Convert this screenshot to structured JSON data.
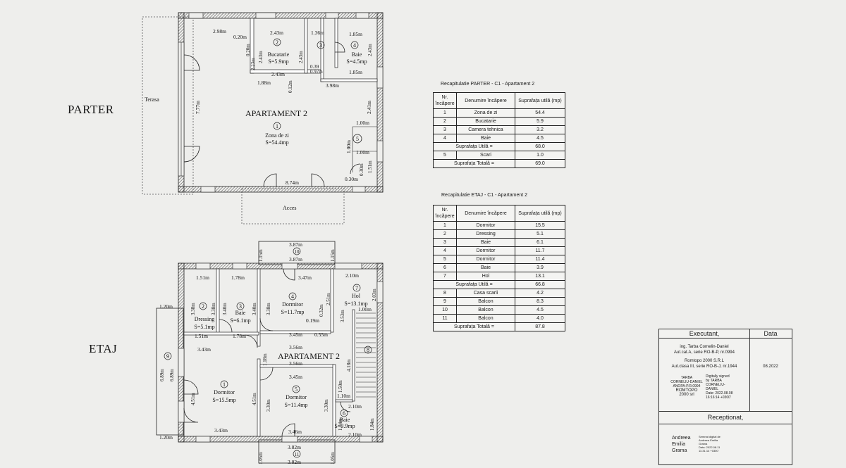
{
  "labels": {
    "parter": "PARTER",
    "etaj": "ETAJ",
    "terasa": "Terasa",
    "acces": "Acces"
  },
  "plan_parter": {
    "apartment": "APARTAMENT 2",
    "rooms": {
      "zona_zi": {
        "num": "1",
        "name": "Zona de zi",
        "area": "S=54.4mp"
      },
      "bucatarie": {
        "num": "2",
        "name": "Bucatarie",
        "area": "S=5.9mp"
      },
      "camera_tehnica": {
        "num": "3"
      },
      "baie": {
        "num": "4",
        "name": "Baie",
        "area": "S=4.5mp"
      },
      "scari": {
        "num": "5"
      }
    },
    "dims": {
      "d298": "2.98m",
      "d020": "0.20m",
      "d243a": "2.43m",
      "d136": "1.36m",
      "d185a": "1.85m",
      "d243b": "2.43m",
      "d243c": "2.43m",
      "d243d": "2.43m",
      "d185b": "1.85m",
      "d188": "1.88m",
      "d012": "0.12m",
      "d398": "3.98m",
      "d777": "7.77m",
      "d241": "2.41m",
      "d100a": "1.00m",
      "d100b": "1.00m",
      "d100c": "1.00m",
      "d874": "8.74m",
      "d030a": "0.30m",
      "d030b": "0.30m",
      "d151": "1.51m",
      "d223": "2.23m",
      "d097": "0.97m",
      "d039": "0.39",
      "d020b": "0.20m",
      "d243e": "2.43m"
    }
  },
  "plan_etaj": {
    "apartment": "APARTAMENT 2",
    "rooms": {
      "dormitor1": {
        "num": "1",
        "name": "Dormitor",
        "area": "S=15.5mp"
      },
      "dressing": {
        "num": "2",
        "name": "Dressing",
        "area": "S=5.1mp"
      },
      "baie3": {
        "num": "3",
        "name": "Baie",
        "area": "S=6.1mp"
      },
      "dormitor4": {
        "num": "4",
        "name": "Dormitor",
        "area": "S=11.7mp"
      },
      "dormitor5": {
        "num": "5",
        "name": "Dormitor",
        "area": "S=11.4mp"
      },
      "baie6": {
        "num": "6",
        "name": "Baie",
        "area": "S=3.9mp"
      },
      "hol": {
        "num": "7",
        "name": "Hol",
        "area": "S=13.1mp"
      },
      "casa_scarii": {
        "num": "8"
      },
      "balcon9": {
        "num": "9"
      },
      "balcon10": {
        "num": "10"
      },
      "balcon11": {
        "num": "11"
      }
    },
    "dims": {
      "d387a": "3.87m",
      "d387b": "3.87m",
      "d115a": "1.15m",
      "d115b": "1.15m",
      "d151a": "1.51m",
      "d178a": "1.78m",
      "d347": "3.47m",
      "d210a": "2.10m",
      "d203": "2.03m",
      "d338a": "3.38m",
      "d338b": "3.38m",
      "d340a": "3.40m",
      "d340b": "3.40m",
      "d338c": "3.38m",
      "d251": "2.51m",
      "d032": "0.32m",
      "d019": "0.19m",
      "d353": "3.53m",
      "d100": "1.00m",
      "d120a": "1.20m",
      "d151b": "1.51m",
      "d178b": "1.78m",
      "d345a": "3.45m",
      "d055": "0.55m",
      "d343a": "3.43m",
      "d356a": "3.56m",
      "d356b": "3.56m",
      "d118": "1.18m",
      "d418": "4.18m",
      "d689a": "6.89m",
      "d689b": "6.89m",
      "d451a": "4.51m",
      "d451b": "4.51m",
      "d345b": "3.45m",
      "d330a": "3.30m",
      "d330b": "3.30m",
      "d150": "1.50m",
      "d110": "1.10m",
      "d210b": "2.10m",
      "d184a": "1.84m",
      "d184b": "1.84m",
      "d343b": "3.43m",
      "d346": "3.46m",
      "d210c": "2.10m",
      "d120b": "1.20m",
      "d382a": "3.82m",
      "d382b": "3.82m",
      "d105a": "1.05m",
      "d105b": "1.05m"
    }
  },
  "table_parter": {
    "title": "Recapitulatie PARTER - C1 - Apartament 2",
    "headers": [
      "Nr. încăpere",
      "Denumire încăpere",
      "Suprafața utilă (mp)"
    ],
    "rows": [
      [
        "1",
        "Zona de zi",
        "54.4"
      ],
      [
        "2",
        "Bucatarie",
        "5.9"
      ],
      [
        "3",
        "Camera tehnica",
        "3.2"
      ],
      [
        "4",
        "Baie",
        "4.5"
      ]
    ],
    "util_label": "Suprafața Utilă =",
    "util_value": "68.0",
    "extra_rows": [
      [
        "5",
        "Scari",
        "1.0"
      ]
    ],
    "total_label": "Suprafața Totală =",
    "total_value": "69.0"
  },
  "table_etaj": {
    "title": "Recapitulatie ETAJ - C1 - Apartament 2",
    "headers": [
      "Nr. încăpere",
      "Denumire încăpere",
      "Suprafața utilă (mp)"
    ],
    "rows": [
      [
        "1",
        "Dormitor",
        "15.5"
      ],
      [
        "2",
        "Dressing",
        "5.1"
      ],
      [
        "3",
        "Baie",
        "6.1"
      ],
      [
        "4",
        "Dormitor",
        "11.7"
      ],
      [
        "5",
        "Dormitor",
        "11.4"
      ],
      [
        "6",
        "Baie",
        "3.9"
      ],
      [
        "7",
        "Hol",
        "13.1"
      ]
    ],
    "util_label": "Suprafața Utilă =",
    "util_value": "66.8",
    "extra_rows": [
      [
        "8",
        "Casa scarii",
        "4.2"
      ],
      [
        "9",
        "Balcon",
        "8.3"
      ],
      [
        "10",
        "Balcon",
        "4.5"
      ],
      [
        "11",
        "Balcon",
        "4.0"
      ]
    ],
    "total_label": "Suprafața Totală =",
    "total_value": "87.8"
  },
  "title_block": {
    "executant": "Executant,",
    "data_header": "Data",
    "ing": "ing. Tarba Cornelin-Daniel",
    "aut1": "Aut.cat.A, serie RO-B-P, nr.0994",
    "firm": "Romtopo 2000 S.R.L",
    "aut2": "Aut.clasa III, serie RO-B-J, nr.1944",
    "date": "08.2022",
    "stamp_left": [
      "TARBA",
      "CORNELIU-DANIEL",
      "ANOPA-P.R.0994",
      "ROMTOPO",
      "2000 srl"
    ],
    "stamp_right": [
      "Digitally signed",
      "by TARBA",
      "CORNELIU-",
      "DANIEL",
      "Date: 2022.08.08",
      "16:16:14 +0300'"
    ],
    "receptionat": "Receptionat,",
    "rec_names": [
      "Andreea",
      "Emilia",
      "Grama"
    ],
    "rec_sig": [
      "Semnat digital de",
      "Andreea Emilia",
      "Grama",
      "Data: 2022.08.11",
      "11:31:14 +0300'"
    ]
  }
}
